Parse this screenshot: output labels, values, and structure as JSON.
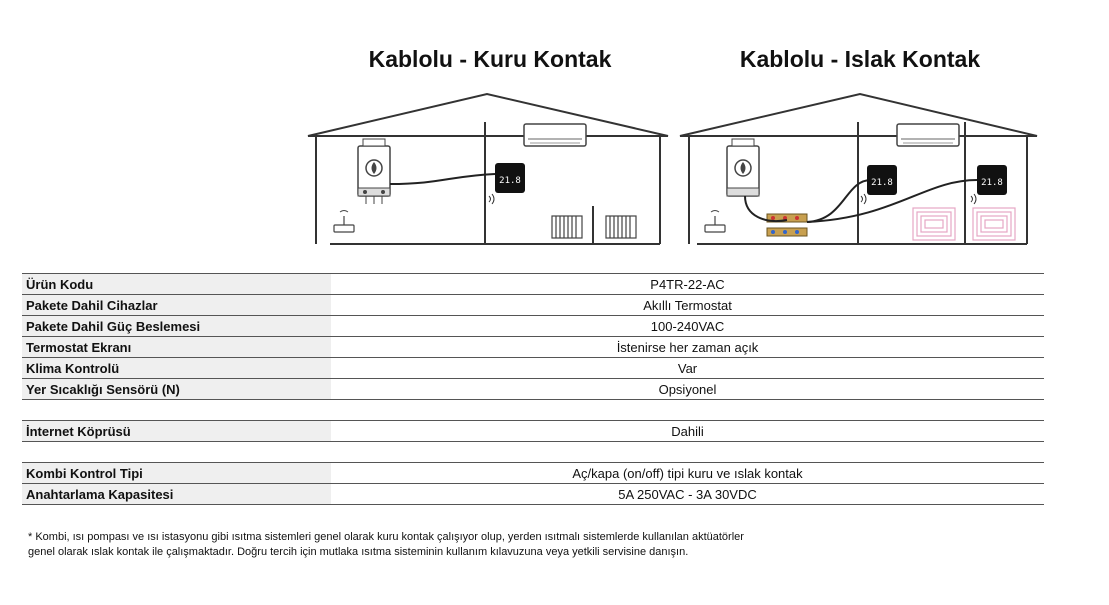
{
  "diagrams": [
    {
      "title": "Kablolu - Kuru Kontak",
      "thermostat_display": "21.8"
    },
    {
      "title": "Kablolu - Islak Kontak",
      "thermostat_display": "21.8"
    }
  ],
  "specs": {
    "rows": [
      {
        "label": "Ürün Kodu",
        "value": "P4TR-22-AC"
      },
      {
        "label": "Pakete Dahil Cihazlar",
        "value": "Akıllı Termostat"
      },
      {
        "label": "Pakete Dahil Güç Beslemesi",
        "value": "100-240VAC"
      },
      {
        "label": "Termostat Ekranı",
        "value": "İstenirse her zaman açık"
      },
      {
        "label": "Klima Kontrolü",
        "value": "Var"
      },
      {
        "label": "Yer Sıcaklığı Sensörü (N)",
        "value": "Opsiyonel"
      },
      {
        "label": "",
        "value": ""
      },
      {
        "label": "İnternet Köprüsü",
        "value": "Dahili"
      },
      {
        "label": "",
        "value": ""
      },
      {
        "label": "Kombi Kontrol Tipi",
        "value": "Aç/kapa (on/off) tipi kuru ve ıslak kontak"
      },
      {
        "label": "Anahtarlama Kapasitesi",
        "value": "5A 250VAC - 3A 30VDC"
      }
    ]
  },
  "footnote": {
    "line1": "* Kombi, ısı pompası ve ısı istasyonu gibi ısıtma sistemleri genel olarak kuru kontak çalışıyor olup, yerden ısıtmalı sistemlerde kullanılan aktüatörler",
    "line2": "genel olarak ıslak kontak ile çalışmaktadır. Doğru tercih için mutlaka ısıtma sisteminin kullanım kılavuzuna veya yetkili servisine danışın."
  }
}
